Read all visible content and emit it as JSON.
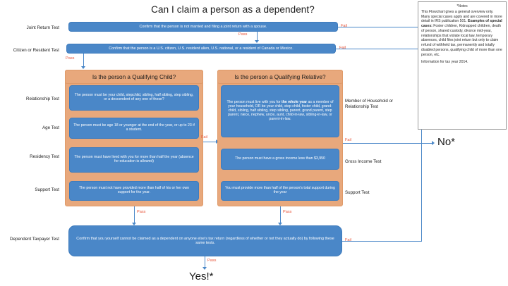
{
  "title": "Can I claim a person as a dependent?",
  "boxes": {
    "joint_return": "Confirm that the person is not married and filing a joint return with a spouse.",
    "citizen": "Confirm that the person is a U.S. citizen, U.S. resident alien, U.S. national, or a resident of Canada or Mexico.",
    "qc_header": "Is the person a Qualifying Child?",
    "qr_header": "Is the person a Qualifying Relative?",
    "qc_relationship": "The person must be your child, stepchild, sibling, half sibling, step sibling, or a descendent of any one of these?",
    "qc_age": "The person must be age 18 or younger at the end of the year, or up to 23 if a student.",
    "qc_residency": "The person must have lived with you for more than half the year (absence for education is allowed)",
    "qc_support": "The person must not have provided more than half of his or her own support for the year.",
    "qr_member_prefix": "The person must live with you for ",
    "qr_member_bold": "the whole year",
    "qr_member_suffix": " as a member of your household, OR be your child, step child, foster child, grand-child, sibling, half sibling, step sibling, parent, grand parent, step parent, niece, nephew, uncle, aunt, child-in-law, sibling-in-law, or parent-in-law.",
    "qr_income": "The person must have a gross income less than $3,950",
    "qr_support": "You must provide more than half of the person's total support during the year",
    "dependent_taxpayer": "Confirm that you yourself cannot be claimed as a dependent on anyone else's tax return (regardless of whether or not they actually do) by following these same tests."
  },
  "left_labels": {
    "joint_return": "Joint Return Test",
    "citizen": "Citizen or Resident Test",
    "relationship": "Relationship Test",
    "age": "Age Test",
    "residency": "Residency Test",
    "support": "Support Test",
    "dependent_taxpayer": "Dependent Taxpayer Test"
  },
  "right_labels": {
    "member_household": "Member of Household or Relationship Test",
    "gross_income": "Gross Income Test",
    "support": "Support Test"
  },
  "edges": {
    "pass": "Pass",
    "fail": "Fail"
  },
  "terminals": {
    "no": "No*",
    "yes": "Yes!*"
  },
  "notes": {
    "heading": "*Notes",
    "para1": "This Flowchart gives a general overview only. Many special cases apply and are covered in more detail in IRS publication 501. ",
    "bold_lead": "Examples of special cases:",
    "para1b": " Foster children, Kidnapped children, death of person, shared custody, divorce mid-year, relationships that violate local law, temporary absences, child files joint return but only to claim refund of withheld tax, permanently and totally disabled persons, qualifying child of more than one person, etc.",
    "para2": "Information for tax year 2014."
  },
  "colors": {
    "process_box": "#4a87c8",
    "group_panel": "#e8a87c",
    "edge_label": "#e8553a",
    "connector": "#4a87c8"
  }
}
